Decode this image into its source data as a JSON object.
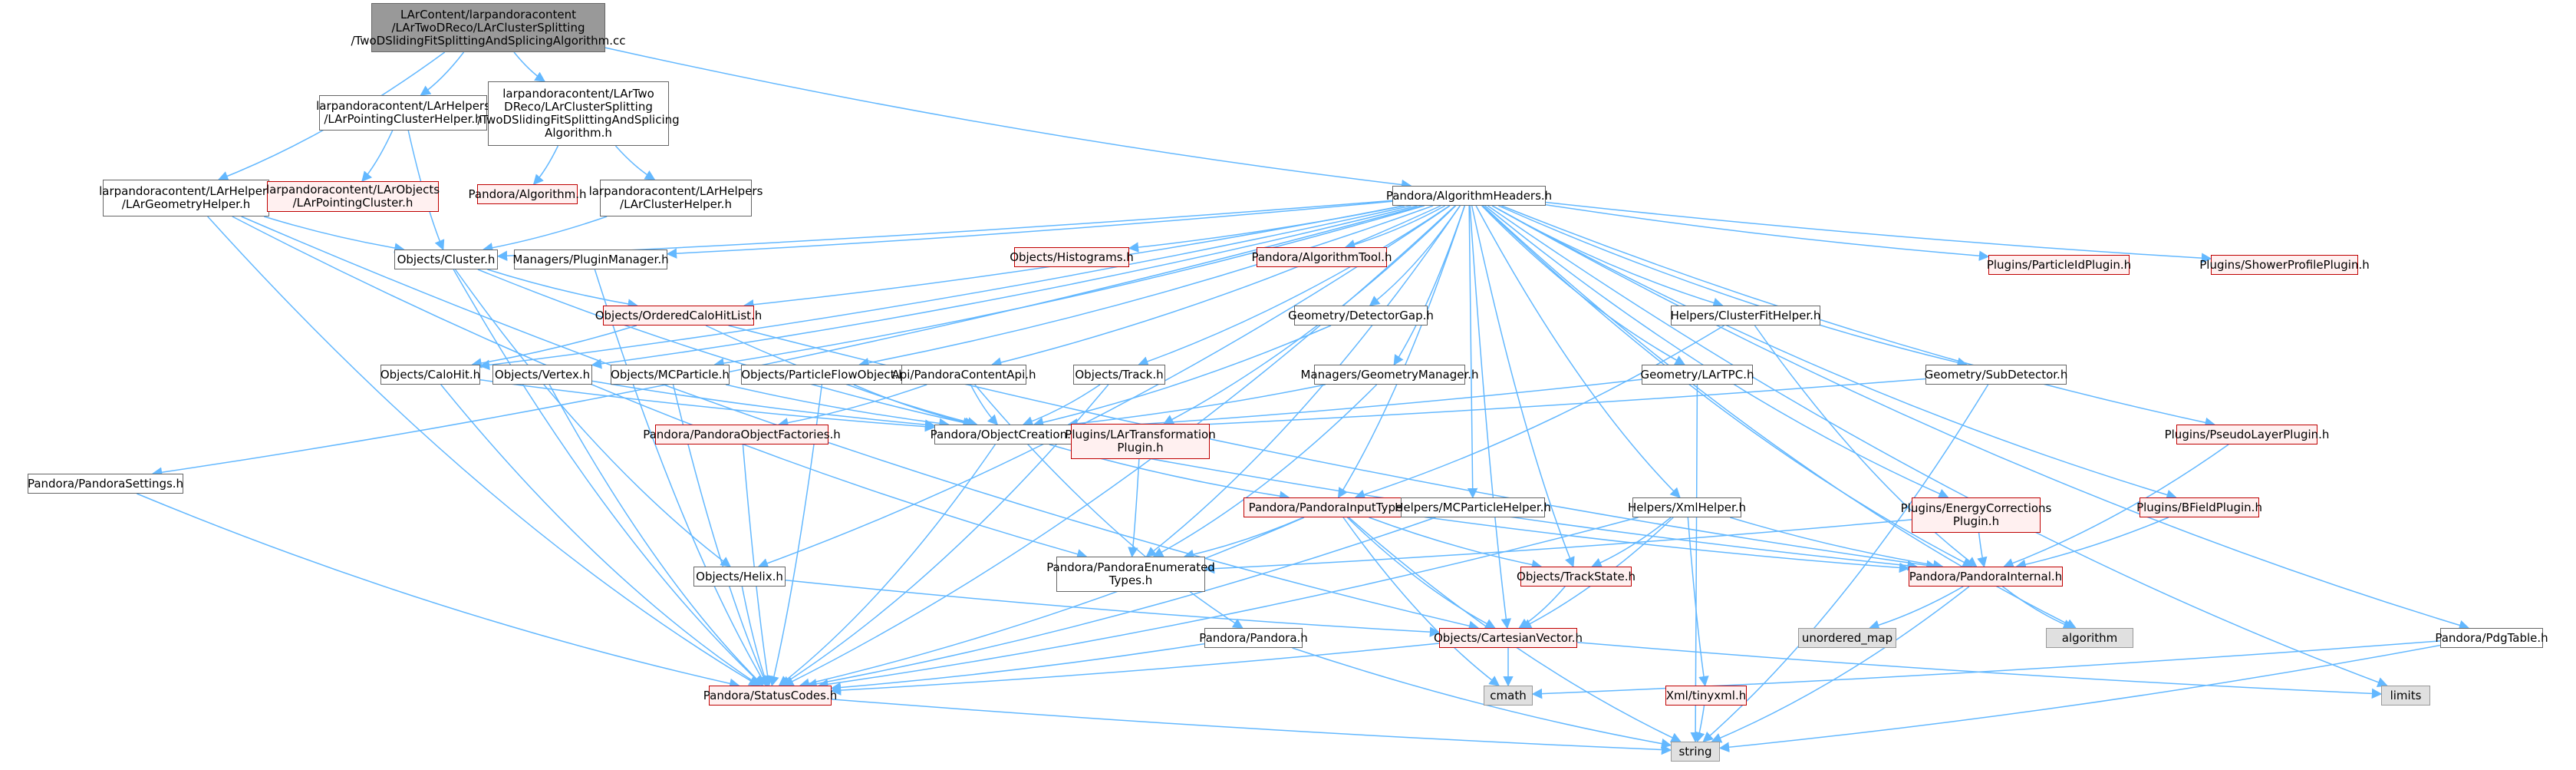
{
  "colors": {
    "edge": "#63b8ff",
    "node_border": "#666666",
    "red_border": "#bf0000",
    "red_fill": "#fff0f0",
    "gray_fill": "#e0e0e0",
    "root_fill": "#999999"
  },
  "nodes": [
    {
      "id": "root",
      "style": "root",
      "lines": [
        "LArContent/larpandoracontent",
        "/LArTwoDReco/LArClusterSplitting",
        "/TwoDSlidingFitSplittingAndSplicingAlgorithm.cc"
      ]
    },
    {
      "id": "pch",
      "style": "white",
      "lines": [
        "larpandoracontent/LArHelpers",
        "/LArPointingClusterHelper.h"
      ]
    },
    {
      "id": "tdsh",
      "style": "white",
      "lines": [
        "larpandoracontent/LArTwo",
        "DReco/LArClusterSplitting",
        "/TwoDSlidingFitSplittingAndSplicing",
        "Algorithm.h"
      ]
    },
    {
      "id": "gh",
      "style": "white",
      "lines": [
        "larpandoracontent/LArHelpers",
        "/LArGeometryHelper.h"
      ]
    },
    {
      "id": "pc",
      "style": "red",
      "lines": [
        "larpandoracontent/LArObjects",
        "/LArPointingCluster.h"
      ]
    },
    {
      "id": "alg",
      "style": "red",
      "lines": [
        "Pandora/Algorithm.h"
      ]
    },
    {
      "id": "ch",
      "style": "white",
      "lines": [
        "larpandoracontent/LArHelpers",
        "/LArClusterHelper.h"
      ]
    },
    {
      "id": "ah",
      "style": "white",
      "lines": [
        "Pandora/AlgorithmHeaders.h"
      ]
    },
    {
      "id": "cluster",
      "style": "white",
      "lines": [
        "Objects/Cluster.h"
      ]
    },
    {
      "id": "pm",
      "style": "white",
      "lines": [
        "Managers/PluginManager.h"
      ]
    },
    {
      "id": "hist",
      "style": "red",
      "lines": [
        "Objects/Histograms.h"
      ]
    },
    {
      "id": "at",
      "style": "red",
      "lines": [
        "Pandora/AlgorithmTool.h"
      ]
    },
    {
      "id": "pid",
      "style": "red",
      "lines": [
        "Plugins/ParticleIdPlugin.h"
      ]
    },
    {
      "id": "spp",
      "style": "red",
      "lines": [
        "Plugins/ShowerProfilePlugin.h"
      ]
    },
    {
      "id": "ochl",
      "style": "red",
      "lines": [
        "Objects/OrderedCaloHitList.h"
      ]
    },
    {
      "id": "dg",
      "style": "white",
      "lines": [
        "Geometry/DetectorGap.h"
      ]
    },
    {
      "id": "cfh",
      "style": "white",
      "lines": [
        "Helpers/ClusterFitHelper.h"
      ]
    },
    {
      "id": "calo",
      "style": "white",
      "lines": [
        "Objects/CaloHit.h"
      ]
    },
    {
      "id": "vtx",
      "style": "white",
      "lines": [
        "Objects/Vertex.h"
      ]
    },
    {
      "id": "mcp",
      "style": "white",
      "lines": [
        "Objects/MCParticle.h"
      ]
    },
    {
      "id": "pfo",
      "style": "white",
      "lines": [
        "Objects/ParticleFlowObject.h"
      ]
    },
    {
      "id": "api",
      "style": "white",
      "lines": [
        "Api/PandoraContentApi.h"
      ]
    },
    {
      "id": "track",
      "style": "white",
      "lines": [
        "Objects/Track.h"
      ]
    },
    {
      "id": "gm",
      "style": "white",
      "lines": [
        "Managers/GeometryManager.h"
      ]
    },
    {
      "id": "tpc",
      "style": "white",
      "lines": [
        "Geometry/LArTPC.h"
      ]
    },
    {
      "id": "sd",
      "style": "white",
      "lines": [
        "Geometry/SubDetector.h"
      ]
    },
    {
      "id": "ps",
      "style": "white",
      "lines": [
        "Pandora/PandoraSettings.h"
      ]
    },
    {
      "id": "pof",
      "style": "red",
      "lines": [
        "Pandora/PandoraObjectFactories.h"
      ]
    },
    {
      "id": "oc",
      "style": "white",
      "lines": [
        "Pandora/ObjectCreation.h"
      ]
    },
    {
      "id": "ltp",
      "style": "red",
      "lines": [
        "Plugins/LArTransformation",
        "Plugin.h"
      ]
    },
    {
      "id": "psl",
      "style": "red",
      "lines": [
        "Plugins/PseudoLayerPlugin.h"
      ]
    },
    {
      "id": "pit",
      "style": "red",
      "lines": [
        "Pandora/PandoraInputTypes.h"
      ]
    },
    {
      "id": "mcph",
      "style": "white",
      "lines": [
        "Helpers/MCParticleHelper.h"
      ]
    },
    {
      "id": "xmlh",
      "style": "white",
      "lines": [
        "Helpers/XmlHelper.h"
      ]
    },
    {
      "id": "ecp",
      "style": "red",
      "lines": [
        "Plugins/EnergyCorrections",
        "Plugin.h"
      ]
    },
    {
      "id": "bfp",
      "style": "red",
      "lines": [
        "Plugins/BFieldPlugin.h"
      ]
    },
    {
      "id": "pet",
      "style": "white",
      "lines": [
        "Pandora/PandoraEnumerated",
        "Types.h"
      ]
    },
    {
      "id": "tstate",
      "style": "red",
      "lines": [
        "Objects/TrackState.h"
      ]
    },
    {
      "id": "pint",
      "style": "red",
      "lines": [
        "Pandora/PandoraInternal.h"
      ]
    },
    {
      "id": "helix",
      "style": "white",
      "lines": [
        "Objects/Helix.h"
      ]
    },
    {
      "id": "umap",
      "style": "gray",
      "lines": [
        "unordered_map"
      ]
    },
    {
      "id": "algo",
      "style": "gray",
      "lines": [
        "algorithm"
      ]
    },
    {
      "id": "pand",
      "style": "white",
      "lines": [
        "Pandora/Pandora.h"
      ]
    },
    {
      "id": "cv",
      "style": "red",
      "lines": [
        "Objects/CartesianVector.h"
      ]
    },
    {
      "id": "pdg",
      "style": "white",
      "lines": [
        "Pandora/PdgTable.h"
      ]
    },
    {
      "id": "sc",
      "style": "red",
      "lines": [
        "Pandora/StatusCodes.h"
      ]
    },
    {
      "id": "cmath",
      "style": "gray",
      "lines": [
        "cmath"
      ]
    },
    {
      "id": "tinyxml",
      "style": "red",
      "lines": [
        "Xml/tinyxml.h"
      ]
    },
    {
      "id": "limits",
      "style": "gray",
      "lines": [
        "limits"
      ]
    },
    {
      "id": "string",
      "style": "gray",
      "lines": [
        "string"
      ]
    }
  ],
  "edges": [
    [
      "root",
      "pch"
    ],
    [
      "root",
      "tdsh"
    ],
    [
      "root",
      "gh"
    ],
    [
      "root",
      "ah"
    ],
    [
      "pch",
      "pc"
    ],
    [
      "pch",
      "cluster"
    ],
    [
      "tdsh",
      "alg"
    ],
    [
      "tdsh",
      "ch"
    ],
    [
      "ch",
      "cluster"
    ],
    [
      "gh",
      "cluster"
    ],
    [
      "gh",
      "pet"
    ],
    [
      "gh",
      "cv"
    ],
    [
      "gh",
      "sc"
    ],
    [
      "ah",
      "cluster"
    ],
    [
      "ah",
      "pm"
    ],
    [
      "ah",
      "hist"
    ],
    [
      "ah",
      "at"
    ],
    [
      "ah",
      "pid"
    ],
    [
      "ah",
      "spp"
    ],
    [
      "ah",
      "ochl"
    ],
    [
      "ah",
      "dg"
    ],
    [
      "ah",
      "cfh"
    ],
    [
      "ah",
      "calo"
    ],
    [
      "ah",
      "vtx"
    ],
    [
      "ah",
      "mcp"
    ],
    [
      "ah",
      "pfo"
    ],
    [
      "ah",
      "api"
    ],
    [
      "ah",
      "track"
    ],
    [
      "ah",
      "gm"
    ],
    [
      "ah",
      "tpc"
    ],
    [
      "ah",
      "sd"
    ],
    [
      "ah",
      "ps"
    ],
    [
      "ah",
      "ltp"
    ],
    [
      "ah",
      "psl"
    ],
    [
      "ah",
      "pit"
    ],
    [
      "ah",
      "mcph"
    ],
    [
      "ah",
      "xmlh"
    ],
    [
      "ah",
      "ecp"
    ],
    [
      "ah",
      "bfp"
    ],
    [
      "ah",
      "pet"
    ],
    [
      "ah",
      "tstate"
    ],
    [
      "ah",
      "pint"
    ],
    [
      "ah",
      "cv"
    ],
    [
      "ah",
      "pdg"
    ],
    [
      "ah",
      "algo"
    ],
    [
      "ah",
      "limits"
    ],
    [
      "ah",
      "helix"
    ],
    [
      "ah",
      "sc"
    ],
    [
      "cluster",
      "ochl"
    ],
    [
      "cluster",
      "oc"
    ],
    [
      "cluster",
      "sc"
    ],
    [
      "cluster",
      "helix"
    ],
    [
      "pm",
      "sc"
    ],
    [
      "ochl",
      "calo"
    ],
    [
      "ochl",
      "oc"
    ],
    [
      "ochl",
      "pint"
    ],
    [
      "dg",
      "oc"
    ],
    [
      "cfh",
      "pit"
    ],
    [
      "cfh",
      "pint"
    ],
    [
      "calo",
      "oc"
    ],
    [
      "calo",
      "sc"
    ],
    [
      "vtx",
      "oc"
    ],
    [
      "vtx",
      "sc"
    ],
    [
      "mcp",
      "oc"
    ],
    [
      "mcp",
      "sc"
    ],
    [
      "pfo",
      "oc"
    ],
    [
      "pfo",
      "sc"
    ],
    [
      "api",
      "pof"
    ],
    [
      "api",
      "oc"
    ],
    [
      "api",
      "pand"
    ],
    [
      "track",
      "oc"
    ],
    [
      "track",
      "sc"
    ],
    [
      "gm",
      "oc"
    ],
    [
      "gm",
      "pet"
    ],
    [
      "tpc",
      "oc"
    ],
    [
      "tpc",
      "string"
    ],
    [
      "sd",
      "oc"
    ],
    [
      "sd",
      "string"
    ],
    [
      "ps",
      "sc"
    ],
    [
      "pof",
      "sc"
    ],
    [
      "oc",
      "pit"
    ],
    [
      "oc",
      "sc"
    ],
    [
      "oc",
      "pint"
    ],
    [
      "ltp",
      "pet"
    ],
    [
      "psl",
      "pint"
    ],
    [
      "pit",
      "pet"
    ],
    [
      "pit",
      "tstate"
    ],
    [
      "pit",
      "cv"
    ],
    [
      "pit",
      "sc"
    ],
    [
      "pit",
      "pint"
    ],
    [
      "pit",
      "string"
    ],
    [
      "pit",
      "cmath"
    ],
    [
      "mcph",
      "sc"
    ],
    [
      "xmlh",
      "tstate"
    ],
    [
      "xmlh",
      "cv"
    ],
    [
      "xmlh",
      "pint"
    ],
    [
      "xmlh",
      "tinyxml"
    ],
    [
      "xmlh",
      "sc"
    ],
    [
      "ecp",
      "pet"
    ],
    [
      "ecp",
      "pint"
    ],
    [
      "bfp",
      "pint"
    ],
    [
      "tstate",
      "cv"
    ],
    [
      "pint",
      "umap"
    ],
    [
      "pint",
      "algo"
    ],
    [
      "pint",
      "string"
    ],
    [
      "helix",
      "cv"
    ],
    [
      "helix",
      "sc"
    ],
    [
      "pand",
      "sc"
    ],
    [
      "pand",
      "string"
    ],
    [
      "cv",
      "sc"
    ],
    [
      "cv",
      "cmath"
    ],
    [
      "cv",
      "limits"
    ],
    [
      "pdg",
      "cmath"
    ],
    [
      "pdg",
      "string"
    ],
    [
      "sc",
      "string"
    ],
    [
      "tinyxml",
      "string"
    ]
  ]
}
